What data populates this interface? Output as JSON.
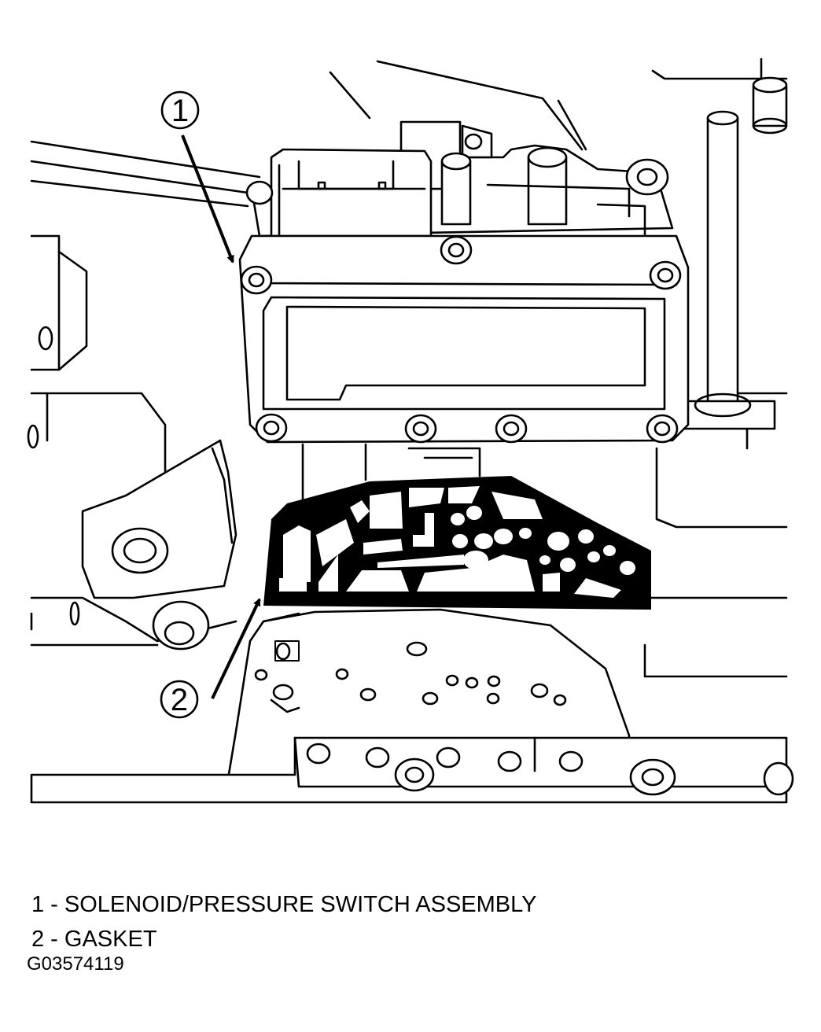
{
  "callouts": [
    {
      "number": "1"
    },
    {
      "number": "2"
    }
  ],
  "legend": [
    {
      "text": "1 - SOLENOID/PRESSURE SWITCH ASSEMBLY"
    },
    {
      "text": "2 - GASKET"
    }
  ],
  "figure_id": "G03574119"
}
